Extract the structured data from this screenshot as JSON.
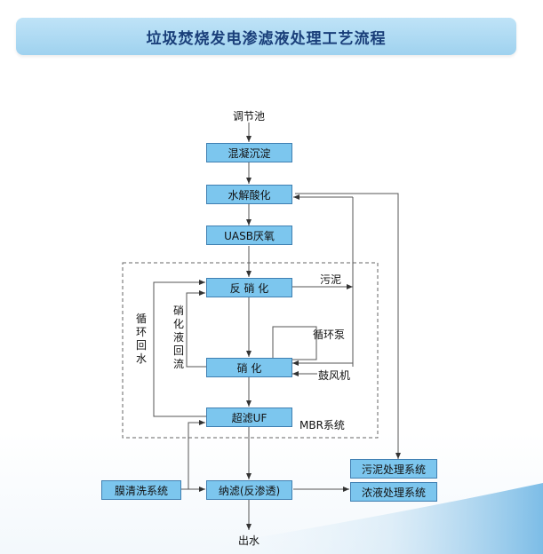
{
  "title": "垃圾焚烧发电渗滤液处理工艺流程",
  "nodes": {
    "regulating_tank": "调节池",
    "coagulation": "混凝沉淀",
    "hydrolysis": "水解酸化",
    "uasb": "UASB厌氧",
    "denitrification": "反  硝  化",
    "nitrification": "硝  化",
    "ultrafiltration": "超滤UF",
    "membrane_cleaning": "膜清洗系统",
    "nanofiltration": "纳滤(反渗透)",
    "sludge_treatment": "污泥处理系统",
    "concentrate_treatment": "浓液处理系统",
    "effluent": "出水"
  },
  "labels": {
    "sludge": "污泥",
    "circulation_pump": "循环泵",
    "blower": "鼓风机",
    "mbr_system": "MBR系统",
    "circulation_return": "循环回水",
    "nitrate_return": "硝化液回流"
  }
}
